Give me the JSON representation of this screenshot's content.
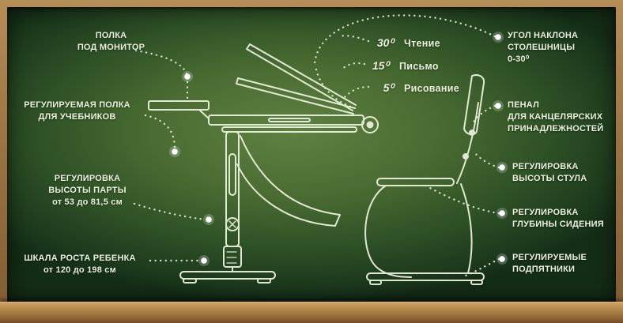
{
  "colors": {
    "board_center_green": "#5f8142",
    "board_edge_green": "#142d16",
    "wood_frame": "#9a7343",
    "chalk_line": "#e9f0dc",
    "text": "#eaf1dd"
  },
  "left_labels": [
    {
      "text": "ПОЛКА\nПОД МОНИТОР"
    },
    {
      "text": "РЕГУЛИРУЕМАЯ ПОЛКА\nДЛЯ УЧЕБНИКОВ"
    },
    {
      "text": "РЕГУЛИРОВКА\nВЫСОТЫ ПАРТЫ\nот 53 до 81,5 см"
    },
    {
      "text": "ШКАЛА РОСТА РЕБЕНКА\nот 120 до 198 см"
    }
  ],
  "right_labels": [
    {
      "text": "УГОЛ НАКЛОНА\nСТОЛЕШНИЦЫ\n0-30⁰"
    },
    {
      "text": "ПЕНАЛ\nДЛЯ КАНЦЕЛЯРСКИХ\nПРИНАДЛЕЖНОСТЕЙ"
    },
    {
      "text": "РЕГУЛИРОВКА\nВЫСОТЫ СТУЛА"
    },
    {
      "text": "РЕГУЛИРОВКА\nГЛУБИНЫ СИДЕНИЯ"
    },
    {
      "text": "РЕГУЛИРУЕМЫЕ\nПОДПЯТНИКИ"
    }
  ],
  "tilt_angles": [
    {
      "value": "30⁰",
      "label": "Чтение"
    },
    {
      "value": "15⁰",
      "label": "Письмо"
    },
    {
      "value": "5⁰",
      "label": "Рисование"
    }
  ]
}
